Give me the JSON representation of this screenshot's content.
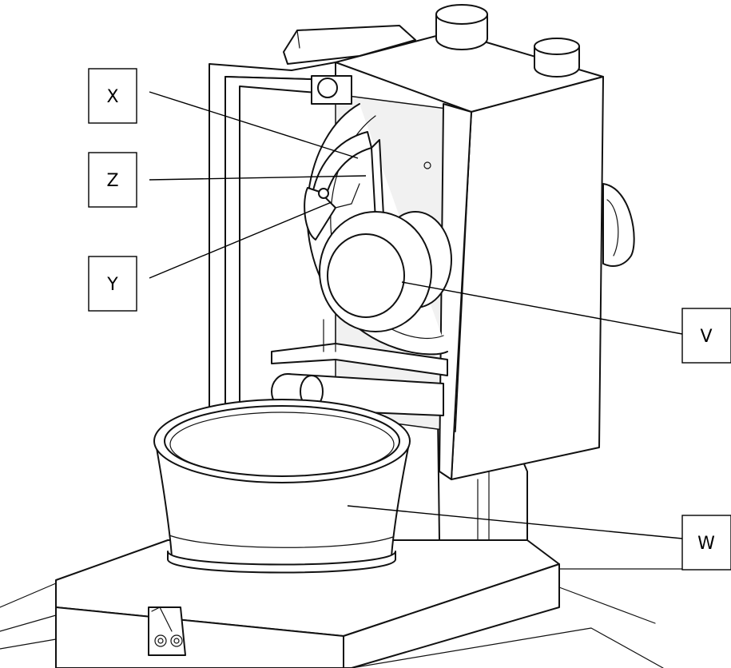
{
  "figure": {
    "labels": [
      {
        "id": "X",
        "text": "X"
      },
      {
        "id": "Z",
        "text": "Z"
      },
      {
        "id": "Y",
        "text": "Y"
      },
      {
        "id": "V",
        "text": "V"
      },
      {
        "id": "W",
        "text": "W"
      }
    ],
    "colors": {
      "line": "#111111",
      "background": "#ffffff"
    }
  }
}
